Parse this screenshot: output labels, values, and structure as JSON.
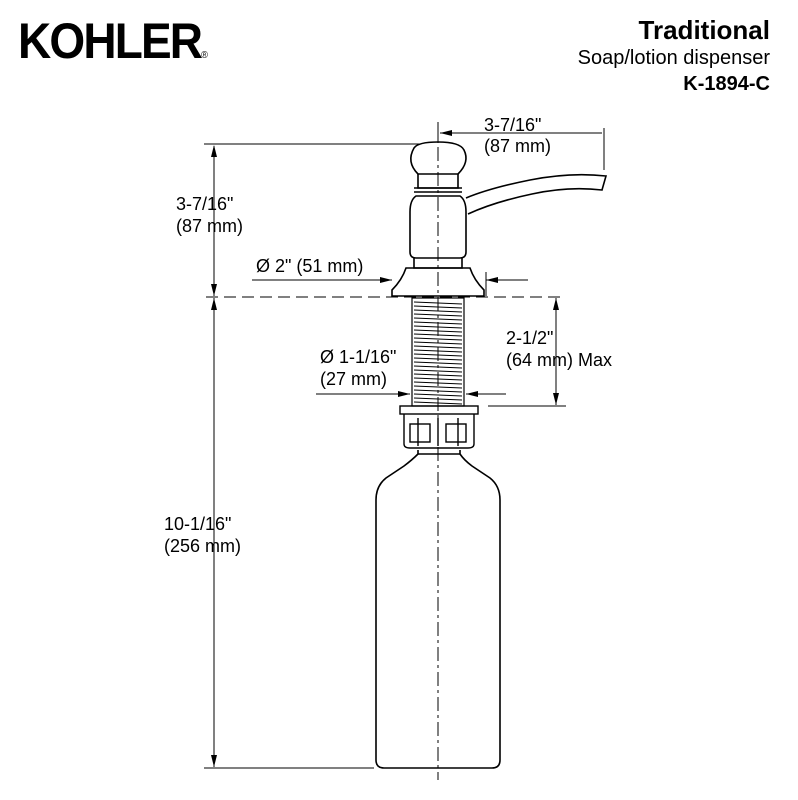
{
  "brand": {
    "logo_text": "KOHLER",
    "registered": "®"
  },
  "title": {
    "collection": "Traditional",
    "product": "Soap/lotion dispenser",
    "model": "K-1894-C"
  },
  "dimensions": {
    "spout_reach": {
      "imperial": "3-7/16\"",
      "metric": "(87 mm)"
    },
    "pump_height": {
      "imperial": "3-7/16\"",
      "metric": "(87 mm)"
    },
    "flange_diameter": "Ø 2\" (51 mm)",
    "shank_diameter": {
      "imperial": "Ø 1-1/16\"",
      "metric": "(27 mm)"
    },
    "max_deck": {
      "imperial": "2-1/2\"",
      "metric": "(64 mm) Max"
    },
    "below_deck": {
      "imperial": "10-1/16\"",
      "metric": "(256 mm)"
    }
  }
}
